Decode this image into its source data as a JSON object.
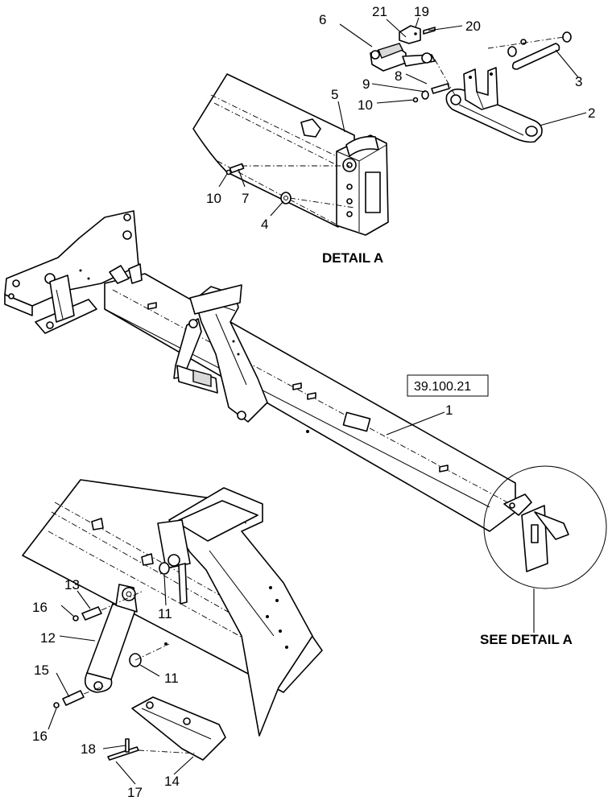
{
  "detail_label": "DETAIL  A",
  "see_detail_label": "SEE DETAIL  A",
  "reference_code": "39.100.21",
  "callouts": {
    "c1": "1",
    "c2": "2",
    "c3": "3",
    "c4": "4",
    "c5": "5",
    "c6": "6",
    "c7": "7",
    "c8": "8",
    "c9": "9",
    "c10a": "10",
    "c10b": "10",
    "c11a": "11",
    "c11b": "11",
    "c12": "12",
    "c13": "13",
    "c14": "14",
    "c15": "15",
    "c16a": "16",
    "c16b": "16",
    "c17": "17",
    "c18": "18",
    "c19": "19",
    "c20": "20",
    "c21": "21"
  }
}
